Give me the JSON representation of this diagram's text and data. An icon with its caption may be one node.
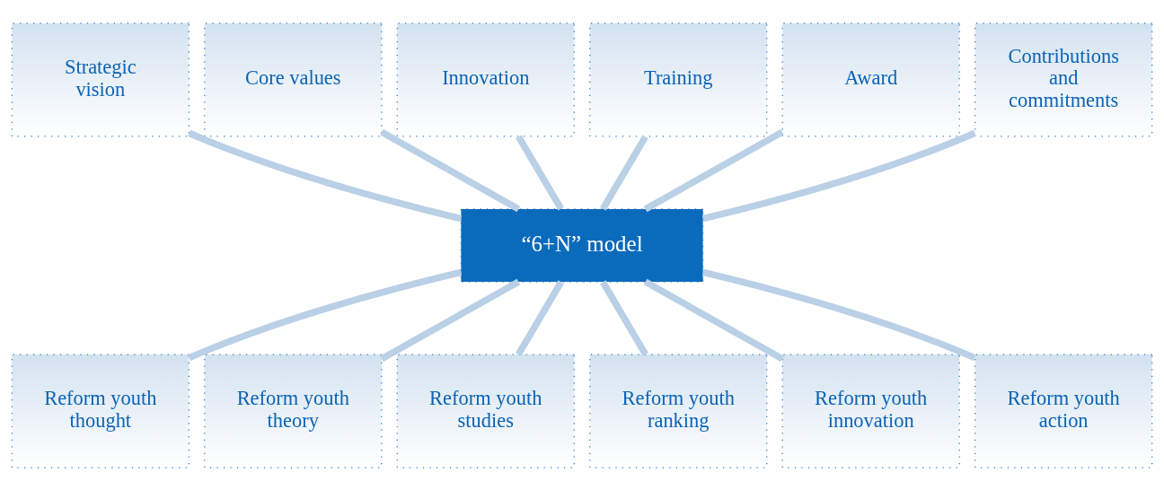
{
  "diagram": {
    "nodes": [
      {
        "text": [
          "Strategic vision"
        ]
      },
      {
        "text": [
          "Core values"
        ]
      },
      {
        "text": [
          "Innovation"
        ]
      },
      {
        "text": [
          "Training"
        ]
      },
      {
        "text": [
          "Award"
        ]
      },
      {
        "text": [
          "Contributions and commitments"
        ]
      },
      {
        "text": [
          "“6+N” model"
        ]
      },
      {
        "text": [
          "Reform youth thought"
        ]
      },
      {
        "text": [
          "Reform youth theory"
        ]
      },
      {
        "text": [
          "Reform youth studies"
        ]
      },
      {
        "text": [
          "Reform youth ranking"
        ]
      },
      {
        "text": [
          "Reform youth innovation"
        ]
      },
      {
        "text": [
          "Reform youth action"
        ]
      }
    ],
    "edges": [
      {
        "from": 0,
        "to": 6,
        "arrow": "none"
      },
      {
        "from": 1,
        "to": 6,
        "arrow": "none"
      },
      {
        "from": 2,
        "to": 6,
        "arrow": "none"
      },
      {
        "from": 3,
        "to": 6,
        "arrow": "none"
      },
      {
        "from": 4,
        "to": 6,
        "arrow": "none"
      },
      {
        "from": 5,
        "to": 6,
        "arrow": "none"
      },
      {
        "from": 6,
        "to": 7,
        "arrow": "none"
      },
      {
        "from": 6,
        "to": 8,
        "arrow": "none"
      },
      {
        "from": 6,
        "to": 9,
        "arrow": "none"
      },
      {
        "from": 6,
        "to": 10,
        "arrow": "none"
      },
      {
        "from": 6,
        "to": 11,
        "arrow": "none"
      },
      {
        "from": 6,
        "to": 12,
        "arrow": "none"
      }
    ]
  }
}
